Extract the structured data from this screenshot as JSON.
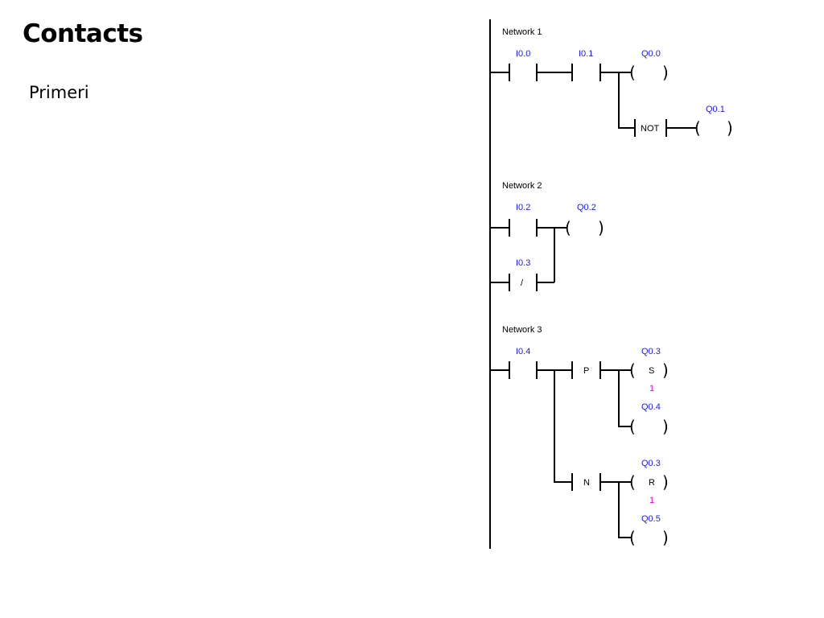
{
  "slide": {
    "title": "Contacts",
    "subtitle": "Primeri"
  },
  "ladder": {
    "networks": [
      {
        "label": "Network 1",
        "contacts": [
          "I0.0",
          "I0.1"
        ],
        "outputs": [
          "Q0.0",
          "Q0.1"
        ],
        "not_label": "NOT"
      },
      {
        "label": "Network 2",
        "contacts": [
          "I0.2",
          "I0.3"
        ],
        "negated_symbol": "/",
        "outputs": [
          "Q0.2"
        ]
      },
      {
        "label": "Network 3",
        "contacts": [
          "I0.4"
        ],
        "positive_edge": "P",
        "negative_edge": "N",
        "outputs": [
          "Q0.3",
          "Q0.4",
          "Q0.3",
          "Q0.5"
        ],
        "set_symbol": "S",
        "reset_symbol": "R",
        "set_count": "1",
        "reset_count": "1"
      }
    ]
  }
}
